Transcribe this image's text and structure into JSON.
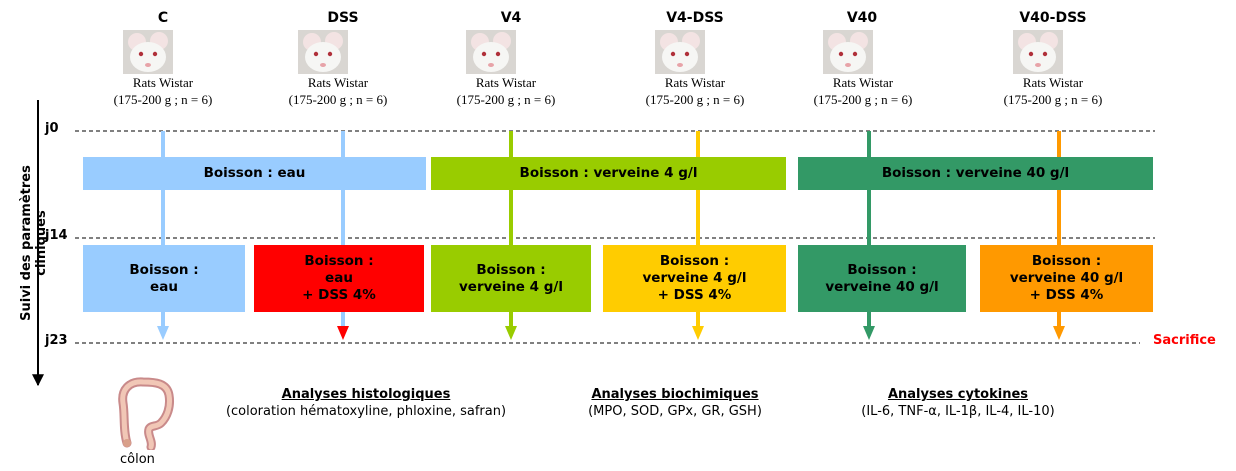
{
  "groups": [
    {
      "name": "C",
      "rat_label": "Rats Wistar",
      "rat_detail": "(175-200 g ; n = 6)"
    },
    {
      "name": "DSS",
      "rat_label": "Rats Wistar",
      "rat_detail": "(175-200 g ; n = 6)"
    },
    {
      "name": "V4",
      "rat_label": "Rats Wistar",
      "rat_detail": "(175-200 g ; n = 6)"
    },
    {
      "name": "V4-DSS",
      "rat_label": "Rats Wistar",
      "rat_detail": "(175-200 g ; n = 6)"
    },
    {
      "name": "V40",
      "rat_label": "Rats Wistar",
      "rat_detail": "(175-200 g ; n = 6)"
    },
    {
      "name": "V40-DSS",
      "rat_label": "Rats Wistar",
      "rat_detail": "(175-200 g ; n = 6)"
    }
  ],
  "timeline": {
    "axis_label": "Suivi des paramètres cliniques",
    "days": [
      "j0",
      "j14",
      "j23"
    ],
    "sacrifice": "Sacrifice"
  },
  "phase1": [
    {
      "label": "Boisson : eau",
      "color": "#99ccff"
    },
    {
      "label": "Boisson : verveine 4 g/l",
      "color": "#99cc00"
    },
    {
      "label": "Boisson : verveine 40 g/l",
      "color": "#339966"
    }
  ],
  "phase2": [
    {
      "label": "Boisson :\neau",
      "color": "#99ccff"
    },
    {
      "label": "Boisson :\neau\n+ DSS 4%",
      "color": "#ff0000"
    },
    {
      "label": "Boisson :\nverveine 4 g/l",
      "color": "#99cc00"
    },
    {
      "label": "Boisson :\nverveine 4 g/l\n+ DSS 4%",
      "color": "#ffcc00"
    },
    {
      "label": "Boisson :\nverveine 40 g/l",
      "color": "#339966"
    },
    {
      "label": "Boisson :\nverveine 40 g/l\n+ DSS 4%",
      "color": "#ff9900"
    }
  ],
  "colon_label": "côlon",
  "analyses": [
    {
      "title": "Analyses histologiques",
      "detail": "(coloration hématoxyline, phloxine, safran)"
    },
    {
      "title": "Analyses biochimiques",
      "detail": "(MPO, SOD, GPx, GR, GSH)"
    },
    {
      "title": "Analyses cytokines",
      "detail": "(IL-6, TNF-α, IL-1β, IL-4, IL-10)"
    }
  ]
}
